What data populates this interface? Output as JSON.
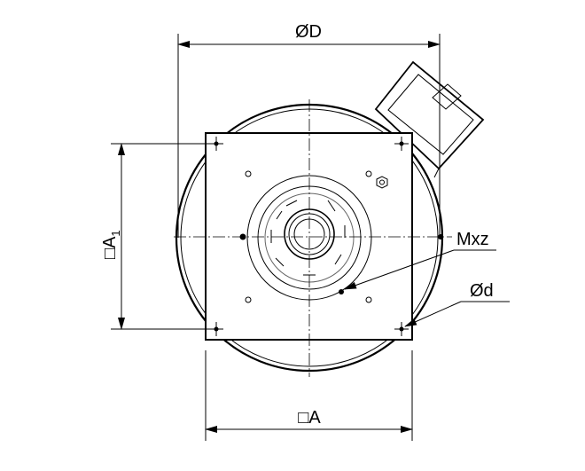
{
  "labels": {
    "dia_outer": "ØD",
    "square_a1": "□A",
    "square_a1_sub": "1",
    "square_a": "□A",
    "thread": "Mxz",
    "hole_dia": "Ød"
  }
}
